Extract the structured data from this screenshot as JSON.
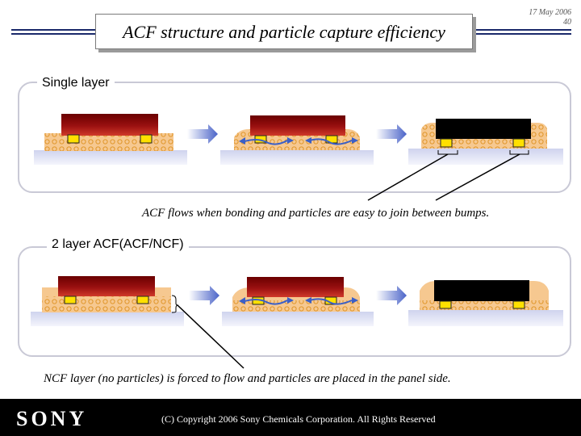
{
  "header": {
    "title": "ACF structure and particle capture efficiency",
    "date": "17 May 2006",
    "page": "40"
  },
  "sections": [
    {
      "label": "Single layer",
      "caption": "ACF flows when bonding and particles are easy to join between bumps."
    },
    {
      "label": "2 layer ACF(ACF/NCF)",
      "caption": "NCF layer (no particles) is forced to flow and particles are placed in the panel side."
    }
  ],
  "footer": {
    "logo": "SONY",
    "copyright": "(C) Copyright 2006 Sony Chemicals Corporation. All Rights Reserved"
  },
  "colors": {
    "navy": "#1b2a6b",
    "chip_red": "#8b0a0a",
    "chip_black": "#000000",
    "bump_yellow": "#ffe000",
    "acf_tan": "#f6c890",
    "particle": "#e8a030",
    "substrate": "#dfe2f2",
    "flow_blue": "#3a5fc8"
  }
}
